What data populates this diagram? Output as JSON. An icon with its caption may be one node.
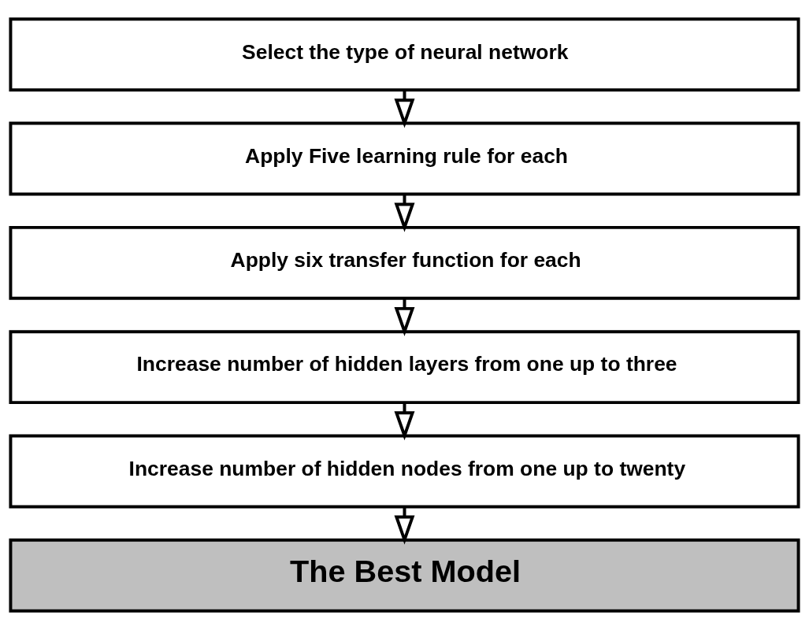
{
  "diagram": {
    "nodes": [
      {
        "text": [
          "Select the type of neural network"
        ]
      },
      {
        "text": [
          "Apply Five learning rule for each"
        ]
      },
      {
        "text": [
          "Apply six transfer function for each"
        ]
      },
      {
        "text": [
          "Increase number of hidden layers from one up to three"
        ]
      },
      {
        "text": [
          "Increase number of hidden nodes from one up to twenty"
        ]
      },
      {
        "text": [
          "The Best Model"
        ]
      }
    ],
    "edges": [
      {
        "from": 0,
        "to": 1,
        "arrow": "to"
      },
      {
        "from": 1,
        "to": 2,
        "arrow": "to"
      },
      {
        "from": 2,
        "to": 3,
        "arrow": "to"
      },
      {
        "from": 3,
        "to": 4,
        "arrow": "to"
      },
      {
        "from": 4,
        "to": 5,
        "arrow": "to"
      }
    ]
  }
}
